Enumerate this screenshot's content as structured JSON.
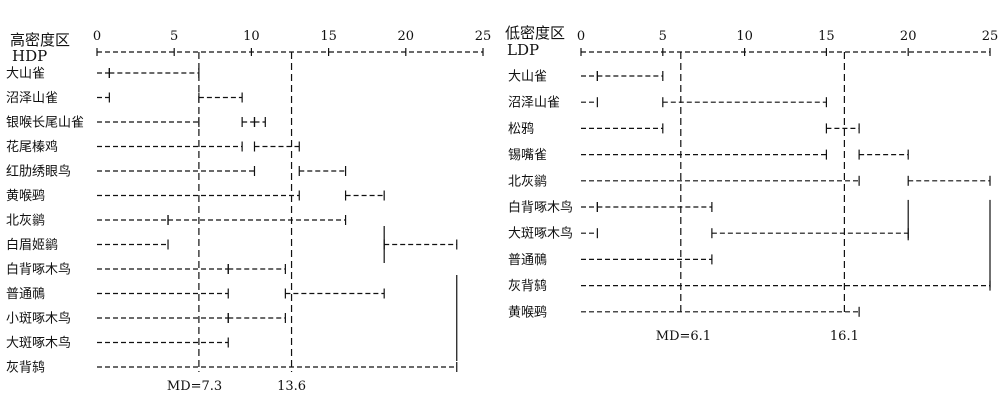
{
  "chart_data": [
    {
      "type": "dendrogram",
      "axis_title_lines": [
        "高密度区",
        "HDP"
      ],
      "ticks": [
        0,
        5,
        10,
        15,
        20,
        25
      ],
      "xlim": [
        0,
        25
      ],
      "species": [
        "大山雀",
        "沼泽山雀",
        "银喉长尾山雀",
        "花尾榛鸡",
        "红肋绣眼鸟",
        "黄喉鹀",
        "北灰鹟",
        "白眉姬鹟",
        "白背啄木鸟",
        "普通鳾",
        "小斑啄木鸟",
        "大斑啄木鸟",
        "灰背鸫"
      ],
      "segments": [
        [
          [
            0,
            0.8
          ],
          [
            0.8,
            6.6
          ]
        ],
        [
          [
            0,
            0.8
          ],
          [
            6.6,
            9.4
          ]
        ],
        [
          [
            0,
            6.6
          ],
          [
            9.4,
            10.2
          ],
          [
            10.2,
            10.9
          ]
        ],
        [
          [
            0,
            9.4
          ],
          [
            10.2,
            13.1
          ]
        ],
        [
          [
            0,
            10.2
          ],
          [
            13.1,
            16.1
          ]
        ],
        [
          [
            0,
            13.1
          ],
          [
            16.1,
            18.6
          ]
        ],
        [
          [
            0,
            4.6
          ],
          [
            4.6,
            16.1
          ]
        ],
        [
          [
            0,
            4.6
          ],
          [
            18.6,
            23.3
          ]
        ],
        [
          [
            0,
            8.5
          ],
          [
            8.5,
            12.2
          ]
        ],
        [
          [
            0,
            8.5
          ],
          [
            12.2,
            18.6
          ]
        ],
        [
          [
            0,
            8.5
          ],
          [
            8.5,
            12.2
          ]
        ],
        [
          [
            0,
            8.5
          ]
        ],
        [
          [
            0,
            23.3
          ]
        ]
      ],
      "vertical_marks": [
        {
          "x": 18.6,
          "from_row": 6,
          "to_row": 8
        },
        {
          "x": 23.3,
          "from_row": 8,
          "to_row": 12
        }
      ],
      "reference_lines": [
        {
          "x": 6.6,
          "label": "MD=7.3"
        },
        {
          "x": 12.6,
          "label": "13.6"
        }
      ]
    },
    {
      "type": "dendrogram",
      "axis_title_lines": [
        "低密度区",
        "LDP"
      ],
      "ticks": [
        0,
        5,
        10,
        15,
        20,
        25
      ],
      "xlim": [
        0,
        25
      ],
      "species": [
        "大山雀",
        "沼泽山雀",
        "松鸦",
        "锡嘴雀",
        "北灰鹟",
        "白背啄木鸟",
        "大斑啄木鸟",
        "普通鳾",
        "灰背鸫",
        "黄喉鹀"
      ],
      "segments": [
        [
          [
            0,
            1
          ],
          [
            1,
            5
          ]
        ],
        [
          [
            0,
            1
          ],
          [
            5,
            15
          ]
        ],
        [
          [
            0,
            5
          ],
          [
            15,
            17
          ]
        ],
        [
          [
            0,
            15
          ],
          [
            17,
            20
          ]
        ],
        [
          [
            0,
            17
          ],
          [
            20,
            25
          ]
        ],
        [
          [
            0,
            1
          ],
          [
            1,
            8
          ]
        ],
        [
          [
            0,
            1
          ],
          [
            8,
            20
          ]
        ],
        [
          [
            0,
            8
          ]
        ],
        [
          [
            0,
            25
          ]
        ],
        [
          [
            0,
            17
          ]
        ]
      ],
      "vertical_marks": [
        {
          "x": 20,
          "from_row": 4.5,
          "to_row": 6.5
        },
        {
          "x": 25,
          "from_row": 4.5,
          "to_row": 8.3
        }
      ],
      "reference_lines": [
        {
          "x": 6.1,
          "label": "MD=6.1"
        },
        {
          "x": 16.1,
          "label": "16.1"
        }
      ]
    }
  ]
}
